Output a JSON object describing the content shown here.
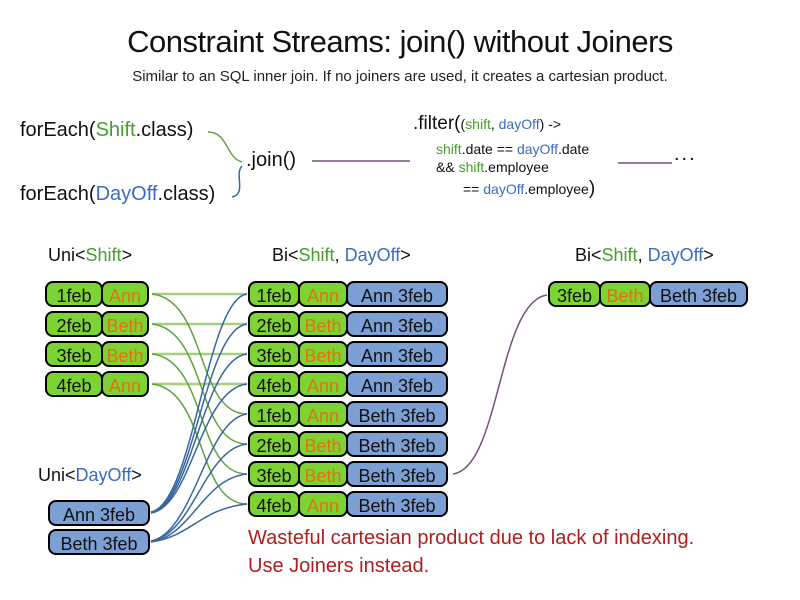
{
  "slide": {
    "title": "Constraint Streams: join() without Joiners",
    "subtitle": "Similar to an SQL inner join. If no joiners are used, it creates a cartesian product."
  },
  "code": {
    "foreach_shift": {
      "pre": "forEach(",
      "type": "Shift",
      "post": ".class)"
    },
    "foreach_dayoff": {
      "pre": "forEach(",
      "type": "DayOff",
      "post": ".class)"
    },
    "join": ".join()",
    "filter": {
      "head": ".filter(",
      "args_open": "(",
      "arg_shift": "shift",
      "args_sep": ", ",
      "arg_dayoff": "dayOff",
      "args_close": ") ->",
      "cond1_shift": "shift",
      "cond1_mid": ".date == ",
      "cond1_dayoff": "dayOff",
      "cond1_tail": ".date",
      "cond2_pre": "&& ",
      "cond2_shift": "shift",
      "cond2_tail": ".employee",
      "cond3_pre": "== ",
      "cond3_dayoff": "dayOff",
      "cond3_tail": ".employee",
      "close_paren": ")"
    },
    "ellipsis": "..."
  },
  "labels": {
    "uni_shift": {
      "pre": "Uni<",
      "type": "Shift",
      "post": ">"
    },
    "bi_mid": {
      "pre": "Bi<",
      "type1": "Shift",
      "sep": ", ",
      "type2": "DayOff",
      "post": ">"
    },
    "bi_right": {
      "pre": "Bi<",
      "type1": "Shift",
      "sep": ", ",
      "type2": "DayOff",
      "post": ">"
    },
    "uni_dayoff": {
      "pre": "Uni<",
      "type": "DayOff",
      "post": ">"
    }
  },
  "shift_column": {
    "rows": [
      {
        "date": "1feb",
        "name": "Ann"
      },
      {
        "date": "2feb",
        "name": "Beth"
      },
      {
        "date": "3feb",
        "name": "Beth"
      },
      {
        "date": "4feb",
        "name": "Ann"
      }
    ]
  },
  "pair_column": {
    "rows": [
      {
        "date": "1feb",
        "name": "Ann",
        "result": "Ann 3feb"
      },
      {
        "date": "2feb",
        "name": "Beth",
        "result": "Ann 3feb"
      },
      {
        "date": "3feb",
        "name": "Beth",
        "result": "Ann 3feb"
      },
      {
        "date": "4feb",
        "name": "Ann",
        "result": "Ann 3feb"
      },
      {
        "date": "1feb",
        "name": "Ann",
        "result": "Beth 3feb"
      },
      {
        "date": "2feb",
        "name": "Beth",
        "result": "Beth 3feb"
      },
      {
        "date": "3feb",
        "name": "Beth",
        "result": "Beth 3feb"
      },
      {
        "date": "4feb",
        "name": "Ann",
        "result": "Beth 3feb"
      }
    ]
  },
  "result_column": {
    "rows": [
      {
        "date": "3feb",
        "name": "Beth",
        "result": "Beth 3feb"
      }
    ]
  },
  "dayoff_column": {
    "rows": [
      {
        "label": "Ann 3feb"
      },
      {
        "label": "Beth 3feb"
      }
    ]
  },
  "note": {
    "line1": "Wasteful cartesian product due to lack of indexing.",
    "line2": "Use Joiners instead."
  },
  "colors": {
    "shift_green_fill": "#7dd334",
    "dayoff_blue_fill": "#7c9fd4",
    "type_green": "#45a029",
    "type_blue": "#3a6cc0",
    "employee_orange": "#e2710e",
    "note_red": "#b01d1d",
    "line_green": "#61a33c",
    "line_green_light": "#a6cf7e",
    "line_blue": "#38679f",
    "line_purple": "#75507b"
  }
}
